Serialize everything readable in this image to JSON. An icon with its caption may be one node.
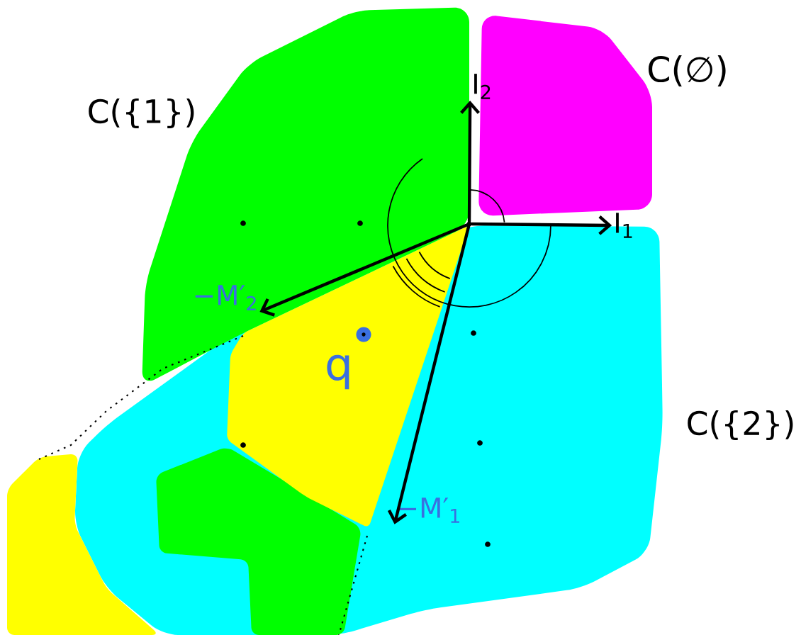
{
  "diagram": {
    "nodes": [
      {
        "text": [],
        "shape": "circle"
      },
      {
        "text": [
          "I$_{2}$"
        ]
      },
      {
        "text": [
          "I$_{1}$"
        ]
      },
      {
        "text": [
          "−M′$_{2}$"
        ]
      },
      {
        "text": [
          "−M′$_{1}$"
        ]
      }
    ],
    "edges": [
      {
        "from": 0,
        "to": 1,
        "arrow": "to"
      },
      {
        "from": 0,
        "to": 2,
        "arrow": "to"
      },
      {
        "from": 0,
        "to": 3,
        "arrow": "to"
      },
      {
        "from": 0,
        "to": 4,
        "arrow": "to"
      }
    ],
    "labels": [
      "C({1})",
      "C(∅)",
      "q",
      "C({2})"
    ]
  }
}
